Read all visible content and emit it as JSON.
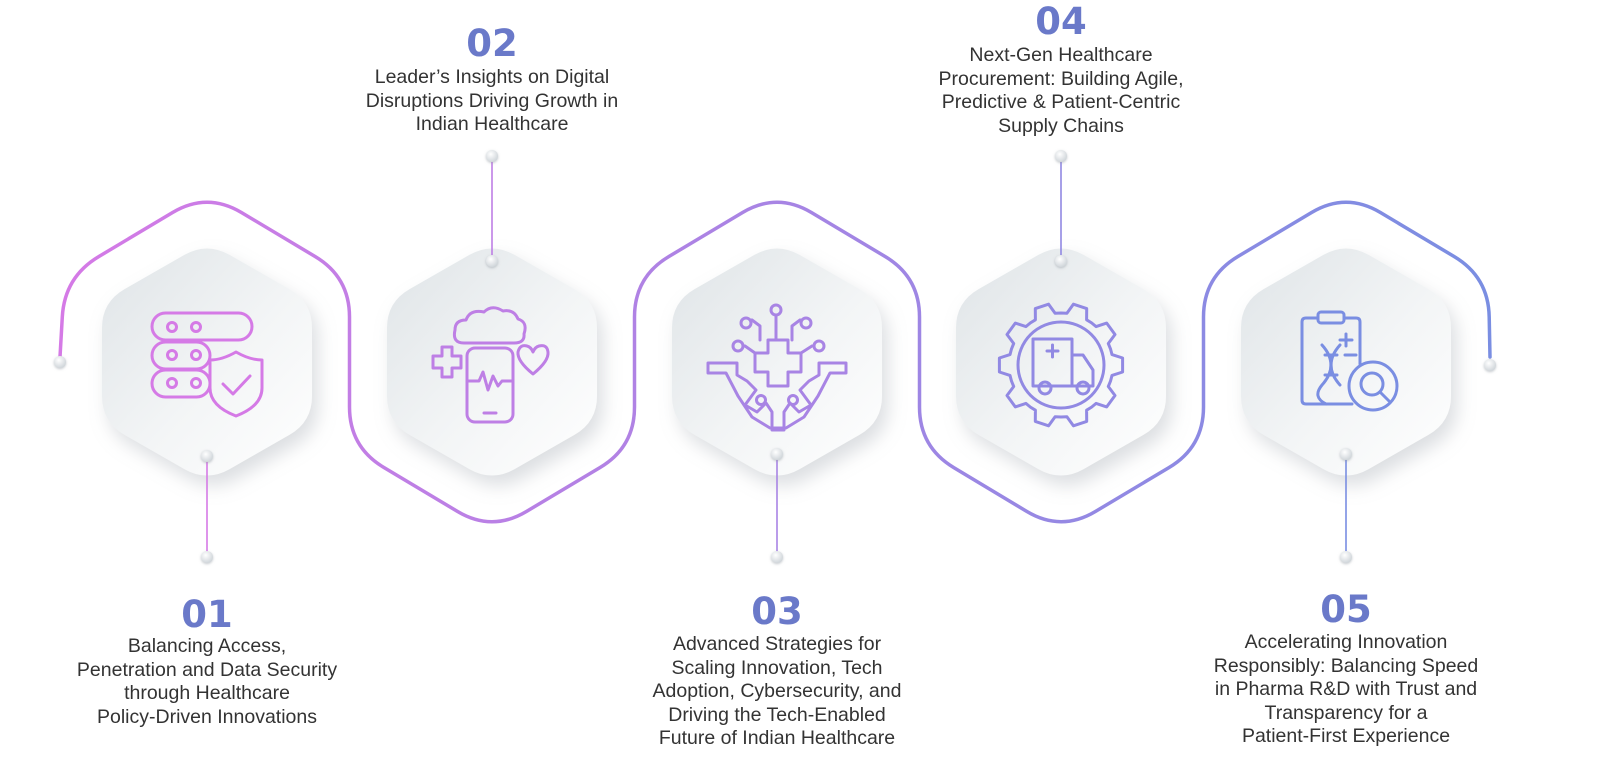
{
  "colors": {
    "gradient_start": "#d57ae6",
    "gradient_end": "#7a8ee2",
    "number": "#6a79c9",
    "text": "#333333"
  },
  "steps": [
    {
      "number": "01",
      "icon": "database-shield-icon",
      "lines": [
        "Balancing Access,",
        "Penetration and Data Security",
        "through Healthcare",
        "Policy-Driven Innovations"
      ]
    },
    {
      "number": "02",
      "icon": "mobile-health-cloud-icon",
      "lines": [
        "Leader’s Insights on Digital",
        "Disruptions Driving Growth in",
        "Indian Healthcare"
      ]
    },
    {
      "number": "03",
      "icon": "medical-circuit-gear-icon",
      "lines": [
        "Advanced Strategies for",
        "Scaling Innovation, Tech",
        "Adoption, Cybersecurity, and",
        "Driving the Tech-Enabled",
        "Future of Indian Healthcare"
      ]
    },
    {
      "number": "04",
      "icon": "ambulance-gear-icon",
      "lines": [
        "Next-Gen Healthcare",
        "Procurement: Building Agile,",
        "Predictive & Patient-Centric",
        "Supply Chains"
      ]
    },
    {
      "number": "05",
      "icon": "clipboard-dna-search-icon",
      "lines": [
        "Accelerating Innovation",
        "Responsibly: Balancing Speed",
        "in Pharma R&D with Trust and",
        "Transparency for a",
        "Patient-First Experience"
      ]
    }
  ]
}
